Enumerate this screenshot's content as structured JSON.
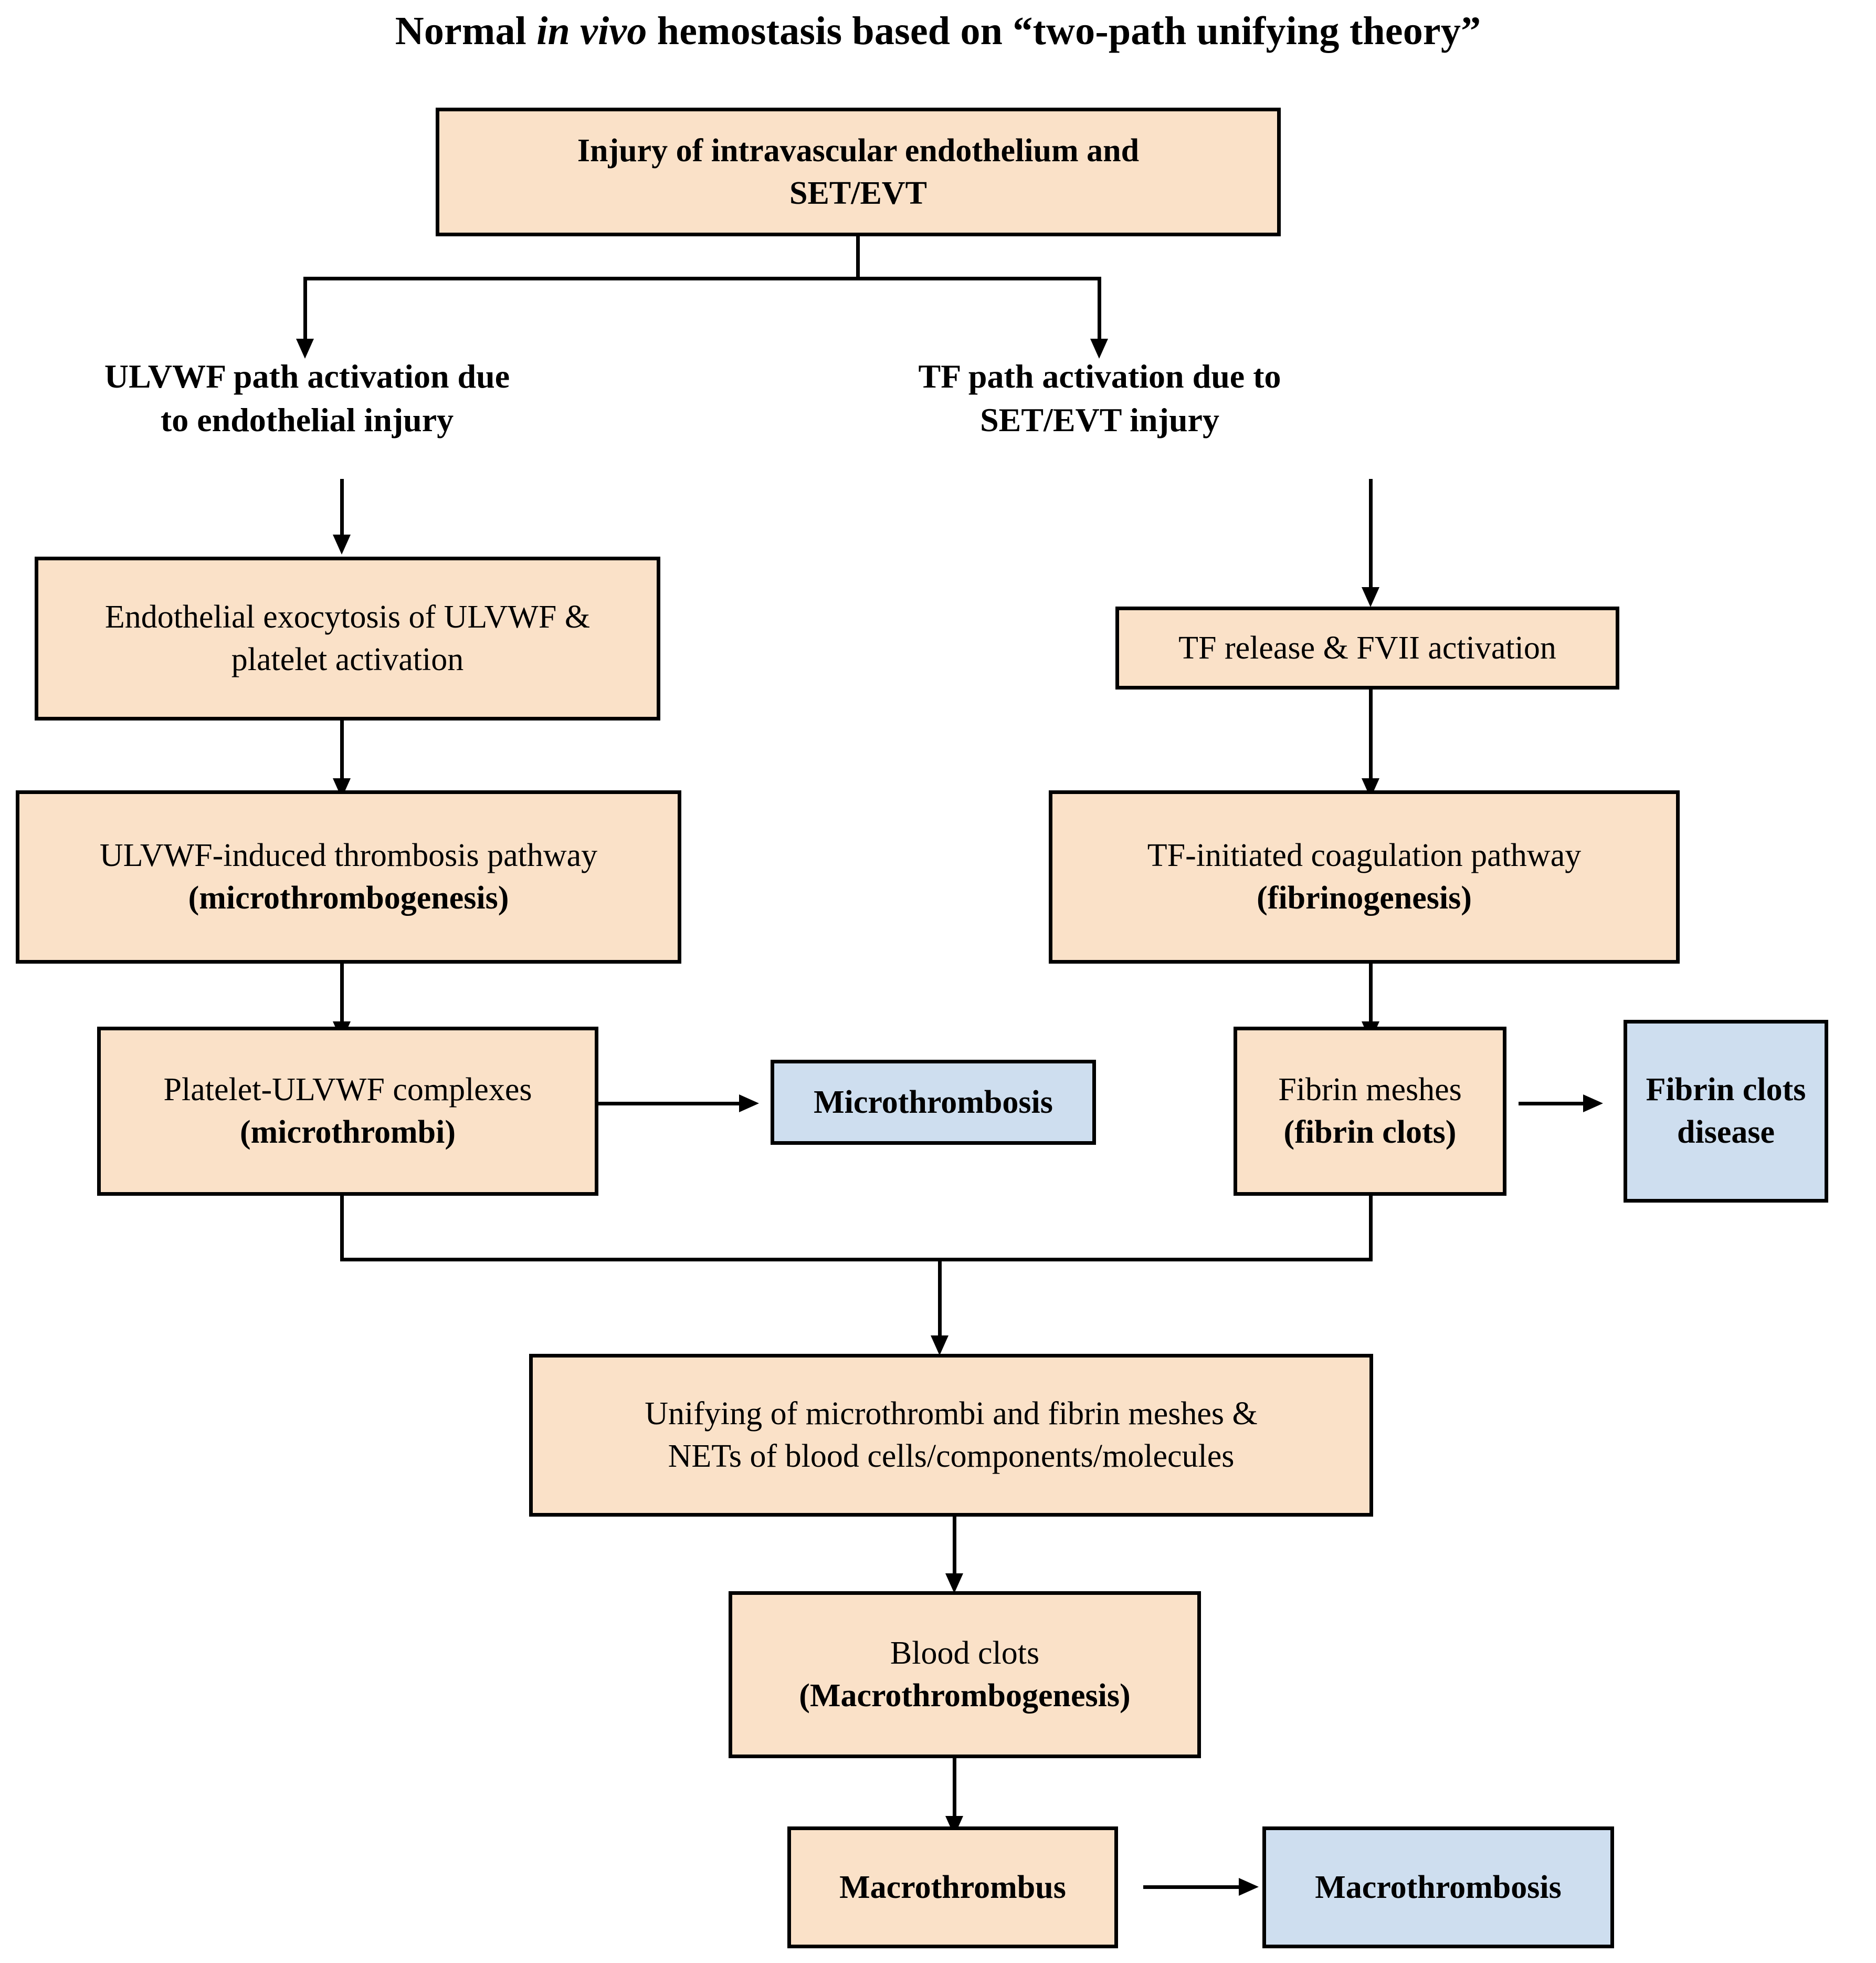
{
  "title": {
    "pre": "Normal ",
    "italic": "in vivo",
    "post": " hemostasis based on “two-path unifying theory”"
  },
  "nodes": {
    "injury": {
      "line1": "Injury of intravascular endothelium and",
      "line2": "SET/EVT"
    },
    "ulvwf_branch_label": {
      "line1": "ULVWF path activation due",
      "line2": "to endothelial injury"
    },
    "tf_branch_label": {
      "line1": "TF path activation due to",
      "line2": "SET/EVT injury"
    },
    "endothelial_exocytosis": {
      "line1": "Endothelial exocytosis of ULVWF &",
      "line2": "platelet activation"
    },
    "ulvwf_pathway": {
      "line1": "ULVWF-induced thrombosis pathway",
      "line2": "(microthrombogenesis)"
    },
    "platelet_complexes": {
      "line1": "Platelet-ULVWF complexes",
      "line2": "(microthrombi)"
    },
    "microthrombosis": {
      "line1": "Microthrombosis"
    },
    "tf_release": {
      "line1": "TF release & FVII activation"
    },
    "tf_pathway": {
      "line1": "TF-initiated coagulation pathway",
      "line2": "(fibrinogenesis)"
    },
    "fibrin_meshes": {
      "line1": "Fibrin meshes",
      "line2": "(fibrin clots)"
    },
    "fibrin_clots_disease": {
      "line1": "Fibrin clots",
      "line2": "disease"
    },
    "unifying": {
      "line1": "Unifying of microthrombi and fibrin meshes &",
      "line2": "NETs of blood cells/components/molecules"
    },
    "blood_clots": {
      "line1": "Blood clots",
      "line2": "(Macrothrombogenesis)"
    },
    "macrothrombus": {
      "line1": "Macrothrombus"
    },
    "macrothrombosis": {
      "line1": "Macrothrombosis"
    }
  },
  "colors": {
    "process_fill": "#FAE1C8",
    "outcome_fill": "#CEDEEF",
    "stroke": "#000000",
    "background": "#FFFFFF"
  }
}
